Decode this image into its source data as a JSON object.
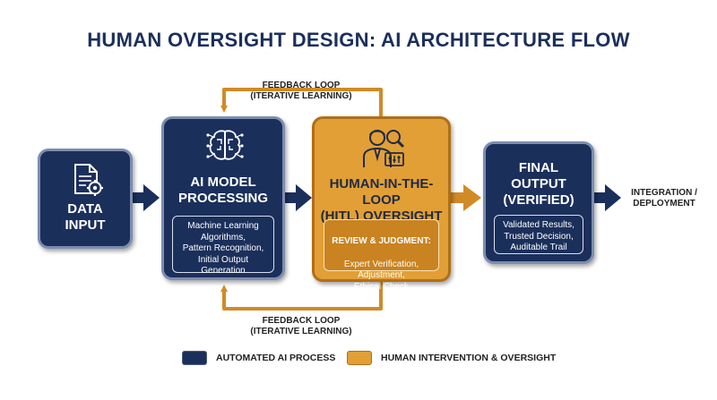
{
  "title": "HUMAN OVERSIGHT DESIGN: AI ARCHITECTURE FLOW",
  "colors": {
    "automated": "#1b2f5b",
    "human": "#e19f36",
    "arrow_blue": "#1b2f5b",
    "arrow_orange": "#d18a26"
  },
  "feedback_top": "FEEDBACK LOOP\n(ITERATIVE LEARNING)",
  "feedback_bottom": "FEEDBACK LOOP\n(ITERATIVE LEARNING)",
  "nodes": {
    "data_input": {
      "title": "DATA\nINPUT",
      "icon": "document-gear-icon"
    },
    "ai_model": {
      "title": "AI MODEL\nPROCESSING",
      "icon": "brain-circuit-icon",
      "detail": "Machine Learning\nAlgorithms,\nPattern Recognition,\nInitial Output\nGeneration"
    },
    "hitl": {
      "title": "HUMAN-IN-THE-LOOP\n(HITL) OVERSIGHT",
      "icon": "person-magnifier-icon",
      "detail_head": "REVIEW & JUDGMENT:",
      "detail": "Expert Verification,\nAdjustment,\nEthical Check"
    },
    "final_output": {
      "title": "FINAL\nOUTPUT\n(VERIFIED)",
      "detail": "Validated Results,\nTrusted Decision,\nAuditable Trail"
    }
  },
  "integration": "INTEGRATION /\nDEPLOYMENT",
  "legend": [
    {
      "label": "AUTOMATED AI PROCESS",
      "kind": "automated"
    },
    {
      "label": "HUMAN INTERVENTION & OVERSIGHT",
      "kind": "human"
    }
  ]
}
